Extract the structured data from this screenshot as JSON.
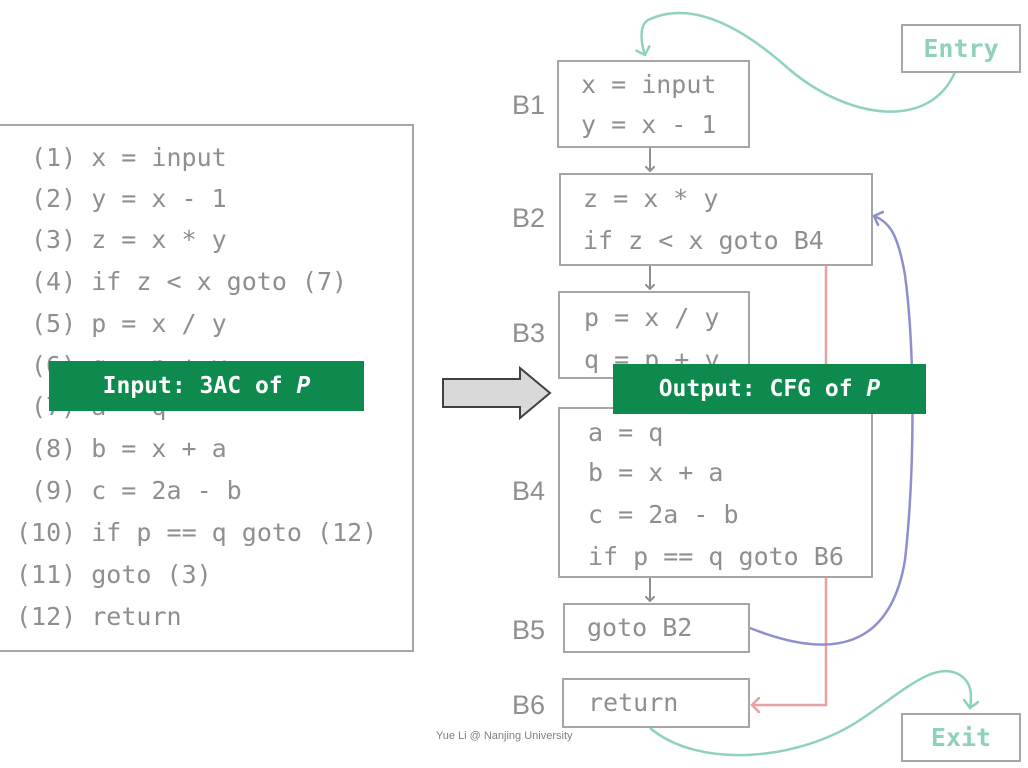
{
  "code": [
    "(1) x = input",
    "(2) y = x - 1",
    "(3) z = x * y",
    "(4) if z < x goto (7)",
    "(5) p = x / y",
    "(6) q = p + y",
    "(7) a = q",
    "(8) b = x + a",
    "(9) c = 2a - b",
    "(10) if p == q goto (12)",
    "(11) goto (3)",
    "(12) return"
  ],
  "input_banner": {
    "prefix": "Input: 3AC of ",
    "program": "P"
  },
  "output_banner": {
    "prefix": "Output: CFG of ",
    "program": "P"
  },
  "entry_label": "Entry",
  "exit_label": "Exit",
  "blocks": [
    {
      "label": "B1",
      "lines": [
        "x = input",
        "y = x - 1"
      ]
    },
    {
      "label": "B2",
      "lines": [
        "z = x * y",
        "if z < x goto B4"
      ]
    },
    {
      "label": "B3",
      "lines": [
        "p = x / y",
        "q = p + y"
      ]
    },
    {
      "label": "B4",
      "lines": [
        "a = q",
        "b = x + a",
        "c = 2a - b",
        "if p == q goto B6"
      ]
    },
    {
      "label": "B5",
      "lines": [
        "goto B2"
      ]
    },
    {
      "label": "B6",
      "lines": [
        "return"
      ]
    }
  ],
  "footer": "Yue Li @ Nanjing University",
  "colors": {
    "entry_exit_edge": "#8fd3b6",
    "back_edge": "#8f8fd0",
    "jump_edge": "#e8a0a0",
    "banner": "#0e8a4e",
    "text": "#8f8f8f",
    "border": "#a6a6a6"
  }
}
